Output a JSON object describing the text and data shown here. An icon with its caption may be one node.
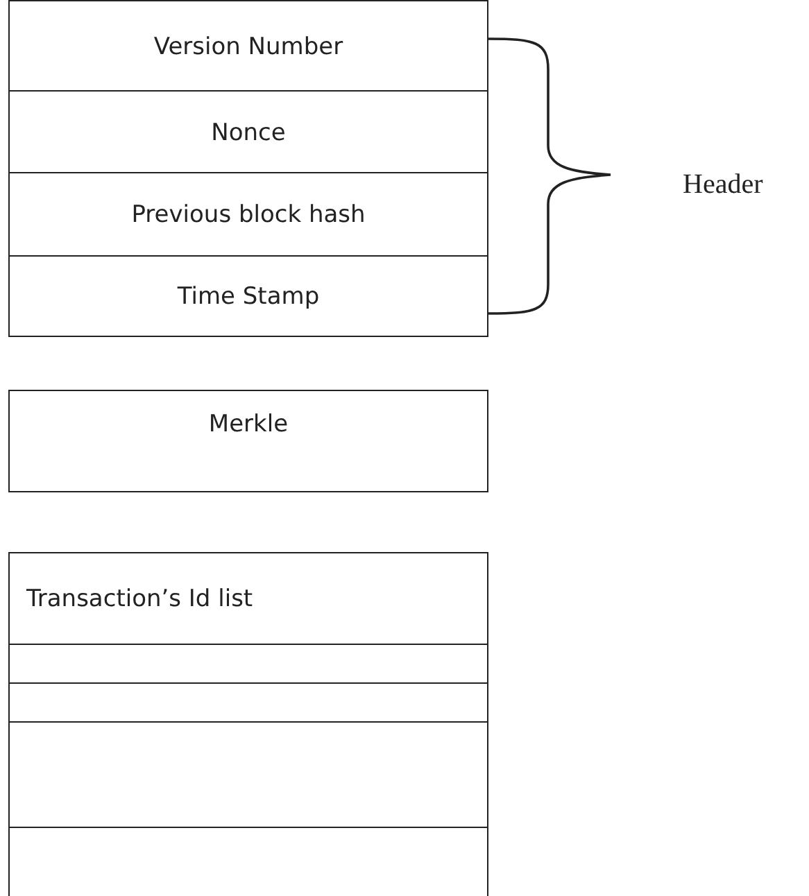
{
  "diagram": {
    "nodes": [
      {
        "text": [
          "Version Number"
        ]
      },
      {
        "text": [
          "Nonce"
        ]
      },
      {
        "text": [
          "Previous block hash"
        ]
      },
      {
        "text": [
          "Time Stamp"
        ]
      },
      {
        "text": [
          "Merkle"
        ]
      },
      {
        "text": [
          "Transaction’s Id list"
        ]
      },
      {
        "text": [],
        "shape": "box"
      },
      {
        "text": [],
        "shape": "box"
      },
      {
        "text": [],
        "shape": "box"
      },
      {
        "text": [],
        "shape": "box"
      }
    ],
    "edges": [],
    "labels": [
      "Header"
    ]
  }
}
